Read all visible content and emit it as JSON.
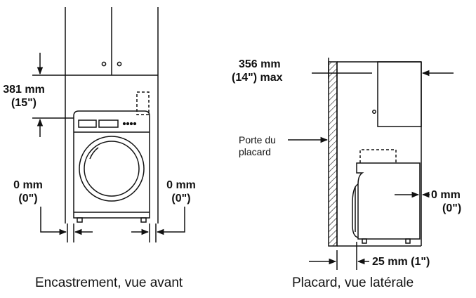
{
  "front_view": {
    "top_clearance_mm": "381 mm",
    "top_clearance_in": "(15\")",
    "left_clearance_mm": "0 mm",
    "left_clearance_in": "(0\")",
    "right_clearance_mm": "0 mm",
    "right_clearance_in": "(0\")",
    "caption": "Encastrement, vue avant"
  },
  "side_view": {
    "top_clearance_mm": "356 mm",
    "top_clearance_in": "(14\") max",
    "door_label_line1": "Porte du",
    "door_label_line2": "placard",
    "side_clearance_mm": "0 mm",
    "side_clearance_in": "(0\")",
    "rear_clearance": "25 mm (1\")",
    "caption": "Placard, vue latérale"
  }
}
